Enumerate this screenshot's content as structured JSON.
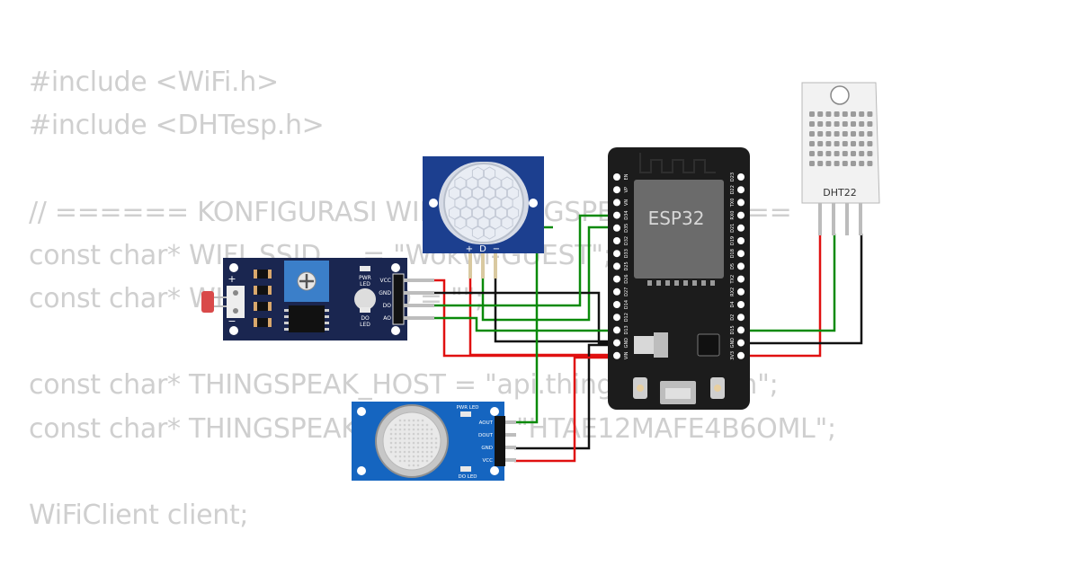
{
  "code_lines": [
    "#include <WiFi.h>",
    "#include <DHTesp.h>",
    "",
    "// ====== KONFIGURASI WIFI & THINGSPEAK ======",
    "const char* WIFI_SSID     = \"Wokwi-GUEST\";",
    "const char* WIFI_PASSWORD = \"\";",
    "",
    "const char* THINGSPEAK_HOST = \"api.thingspeak.com\";",
    "const char* THINGSPEAK_API_KEY = \"HTAE12MAFE4B6OML\";",
    "",
    "WiFiClient client;"
  ],
  "esp32": {
    "label": "ESP32",
    "pins_left": [
      "EN",
      "VP",
      "VN",
      "D34",
      "D35",
      "D32",
      "D33",
      "D25",
      "D26",
      "D27",
      "D14",
      "D12",
      "D13",
      "GND",
      "VIN"
    ],
    "pins_right": [
      "D23",
      "D22",
      "TX0",
      "RX0",
      "D21",
      "D19",
      "D18",
      "D5",
      "TX2",
      "RX2",
      "D4",
      "D2",
      "D15",
      "GND",
      "3V3"
    ]
  },
  "dht22": {
    "label": "DHT22"
  },
  "pir": {
    "pin_labels": [
      "+",
      "D",
      "−"
    ]
  },
  "ldr_module": {
    "pins": [
      "VCC",
      "GND",
      "DO",
      "AO"
    ],
    "pwr_led": [
      "PWR",
      "LED"
    ],
    "do_led": [
      "DO",
      "LED"
    ],
    "side_marks": [
      "+",
      "−"
    ]
  },
  "gas_sensor": {
    "pins": [
      "AOUT",
      "DOUT",
      "GND",
      "VCC"
    ],
    "pwr_led": "PWR LED",
    "do_led": "DO LED"
  },
  "colors": {
    "wire_red": "#e01010",
    "wire_green": "#0a8a0a",
    "wire_black": "#111111",
    "code_text": "#cfcfcf",
    "esp32_board": "#1c1c1c",
    "module_blue": "#1a2650",
    "gas_blue": "#1565c0"
  }
}
